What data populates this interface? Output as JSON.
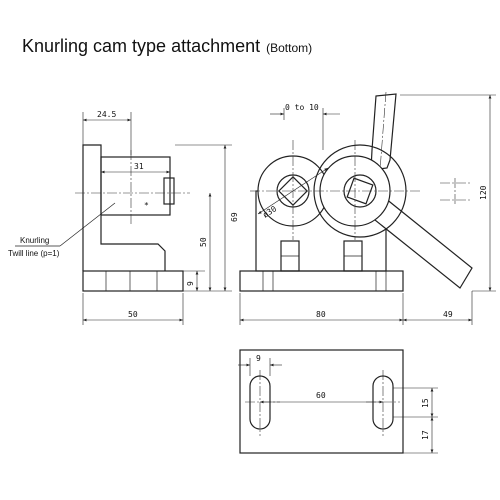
{
  "title": "Knurling cam type attachment",
  "subtitle": "(Bottom)",
  "labels": {
    "knurling": "Knurling",
    "twill_line": "Twill line (p=1)"
  },
  "dimensions": {
    "d24_5": "24.5",
    "d31": "31",
    "d69": "69",
    "d50_h": "50",
    "d9_h": "9",
    "d50_w": "50",
    "d0to10": "0 to 10",
    "dphi30": "ø30",
    "d120": "120",
    "d80": "80",
    "d49": "49",
    "d9_slot": "9",
    "d60": "60",
    "d15": "15",
    "d17": "17"
  }
}
